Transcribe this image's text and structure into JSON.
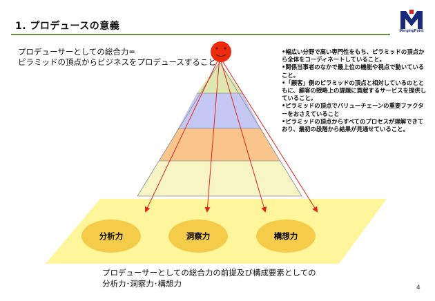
{
  "title": "1. プロデュースの意義",
  "logo": {
    "mark": "M",
    "name": "MergingPoint",
    "color": "#1a2a7a"
  },
  "intro": {
    "line1": "プロデューサーとしての総合力=",
    "line2": "ピラミッドの頂点からビジネスをプロデュースすること"
  },
  "bullets": [
    "•幅広い分野で高い専門性をもち、ピラミッドの頂点から全体をコーディネートしていること。",
    "•関係当事者のなかで最上位の機能や視点で動いていること。",
    "•「顧客」側のピラミッドの頂点と相対しているのとともに、顧客の戦略上の課題に貢献するサービスを提供していること。",
    "•ピラミッドの頂点でバリューチェーンの重要ファクターをおさえていること",
    "•ピラミッドの頂点からすべてのプロセスが理解できており、最初の段階から結果が見通せていること。"
  ],
  "diagram": {
    "apex_face": "· ·\n‿",
    "ovals": [
      "分析力",
      "洞察力",
      "構想力"
    ],
    "colors": {
      "tier1": "#dfe8b0",
      "tier2": "#c4c8f2",
      "tier3": "#f9c58c",
      "tier4": "#f8f5c4",
      "platform": "#fff59a",
      "oval": "#f5cc4a",
      "arrow": "#e0201b",
      "face": "#ee2a0c"
    }
  },
  "caption": {
    "line1": "プロデューサーとしての総合力の前提及び構成要素としての",
    "line2": "分析力･洞察力･構想力"
  },
  "page_number": "4"
}
